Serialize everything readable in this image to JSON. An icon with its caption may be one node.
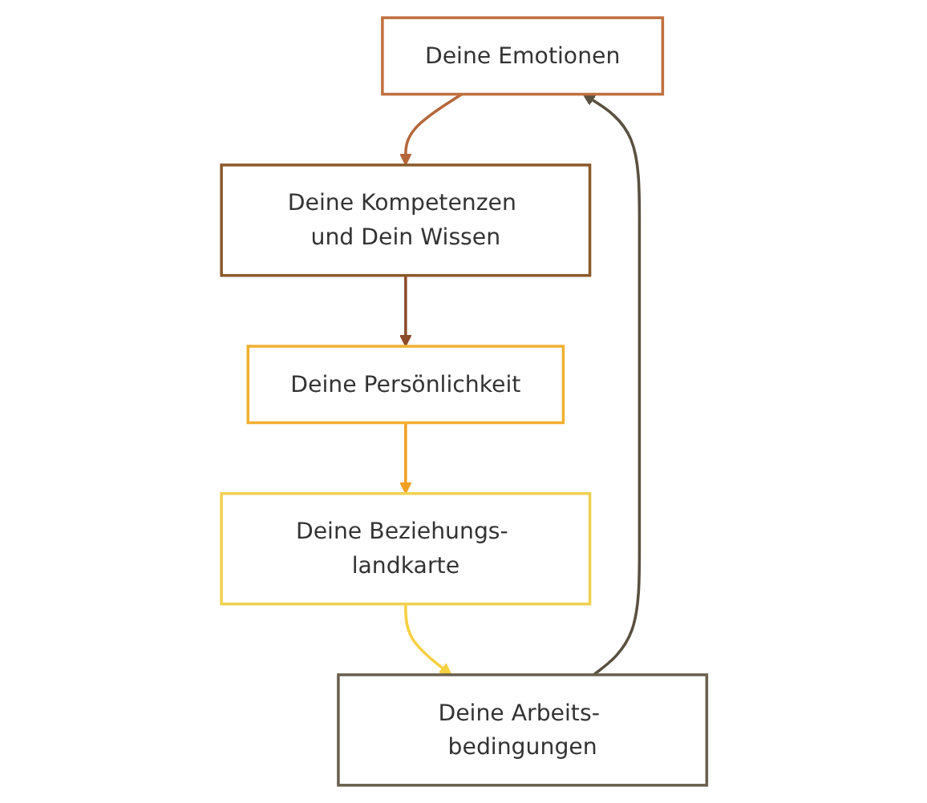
{
  "diagram": {
    "nodes": [
      {
        "text": [
          "Deine Emotionen"
        ]
      },
      {
        "text": [
          "Deine Kompetenzen und Dein Wissen"
        ]
      },
      {
        "text": [
          "Deine Persönlichkeit"
        ]
      },
      {
        "text": [
          "Deine Beziehungs- landkarte"
        ]
      },
      {
        "text": [
          "Deine Arbeits- bedingungen"
        ]
      }
    ],
    "edges": [
      {
        "from": 0,
        "to": 1,
        "arrow": "to",
        "color": "#b5673a"
      },
      {
        "from": 1,
        "to": 2,
        "arrow": "to",
        "color": "#8b4a2a"
      },
      {
        "from": 2,
        "to": 3,
        "arrow": "to",
        "color": "#f0a020"
      },
      {
        "from": 3,
        "to": 4,
        "arrow": "to",
        "color": "#f5d040"
      },
      {
        "from": 4,
        "to": 0,
        "arrow": "to",
        "color": "#5a5040"
      }
    ]
  }
}
